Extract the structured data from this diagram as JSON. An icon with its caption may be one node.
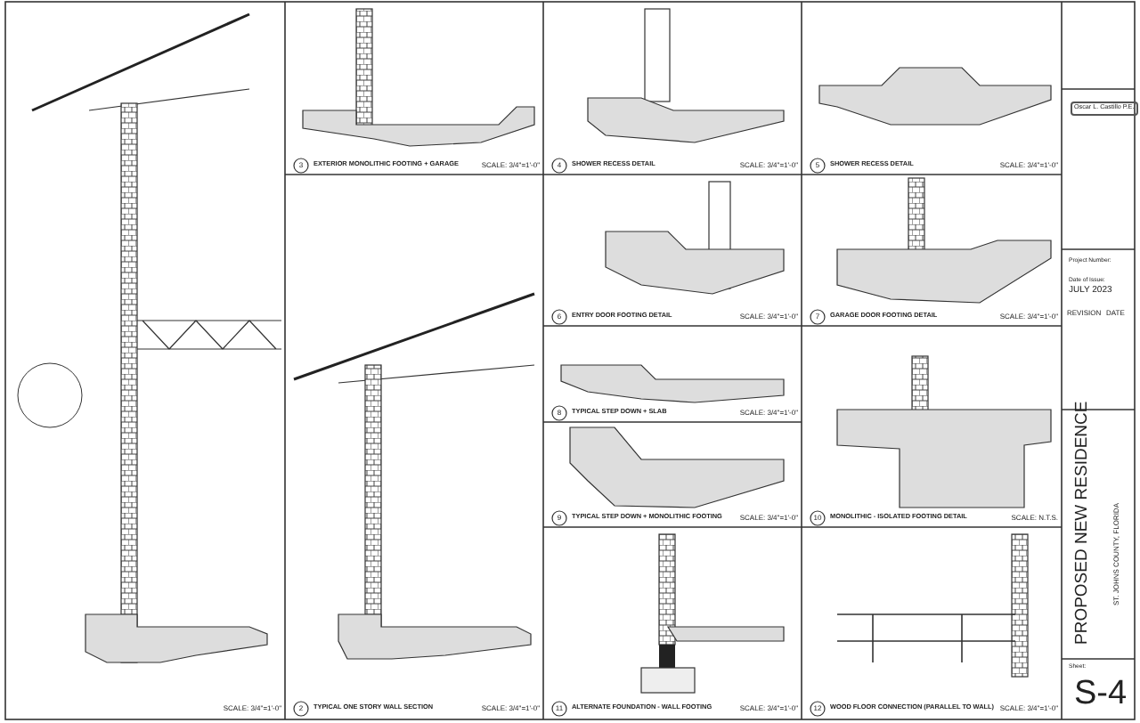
{
  "diagram": {
    "labels": [
      "3",
      "EXTERIOR MONOLITHIC FOOTING + GARAGE",
      "SCALE: 3/4\"=1'-0\"",
      "4",
      "SHOWER RECESS DETAIL",
      "SCALE: 3/4\"=1'-0\"",
      "5",
      "SHOWER RECESS DETAIL",
      "SCALE: 3/4\"=1'-0\"",
      "6",
      "ENTRY DOOR FOOTING DETAIL",
      "SCALE: 3/4\"=1'-0\"",
      "7",
      "GARAGE DOOR FOOTING DETAIL",
      "SCALE: 3/4\"=1'-0\"",
      "8",
      "TYPICAL STEP DOWN + SLAB",
      "SCALE: 3/4\"=1'-0\"",
      "9",
      "TYPICAL STEP DOWN + MONOLITHIC FOOTING",
      "SCALE: 3/4\"=1'-0\"",
      "10",
      "MONOLITHIC - ISOLATED FOOTING DETAIL",
      "SCALE: N.T.S.",
      "SCALE: 3/4\"=1'-0\"",
      "2",
      "TYPICAL ONE STORY WALL SECTION",
      "SCALE: 3/4\"=1'-0\"",
      "11",
      "ALTERNATE FOUNDATION - WALL FOOTING",
      "SCALE: 3/4\"=1'-0\"",
      "12",
      "WOOD FLOOR CONNECTION (PARALLEL TO WALL)",
      "SCALE: 3/4\"=1'-0\"",
      "Oscar L. Castillo P.E.",
      "Project Number:",
      "Date of Issue:",
      "JULY 2023",
      "REVISION",
      "DATE",
      "PROPOSED NEW RESIDENCE",
      "ST. JOHNS COUNTY, FLORIDA",
      "Sheet:",
      "S-4"
    ]
  }
}
